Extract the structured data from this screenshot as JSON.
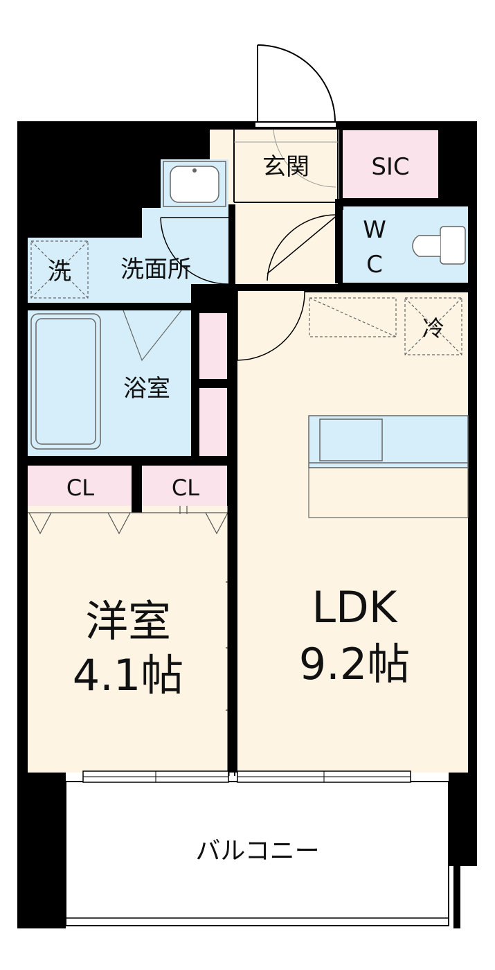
{
  "labels": {
    "entrance": "玄関",
    "sic": "SIC",
    "wc_w": "W",
    "wc_c": "C",
    "washer": "洗",
    "washroom": "洗面所",
    "bathroom": "浴室",
    "fridge": "冷",
    "cl_left": "CL",
    "cl_right": "CL",
    "western_room": "洋室",
    "western_size": "4.1帖",
    "ldk": "LDK",
    "ldk_size": "9.2帖",
    "balcony": "バルコニー"
  },
  "colors": {
    "wall": "#000000",
    "floor": "#fdf4e3",
    "wet": "#d5eef9",
    "closet": "#fbe3ec",
    "balcony": "#ffffff",
    "fixture_line": "#666666"
  }
}
